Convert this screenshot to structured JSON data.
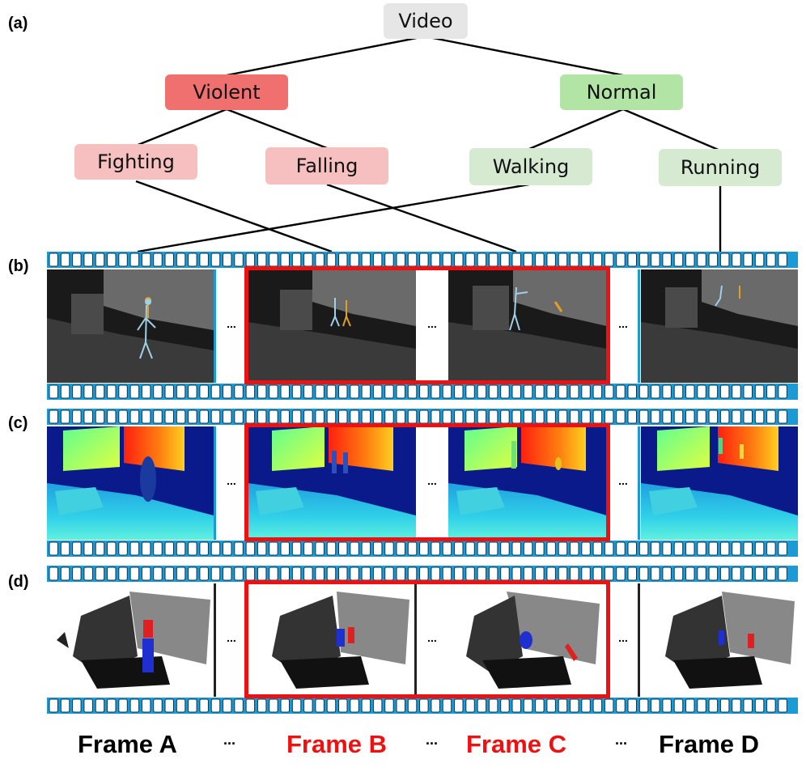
{
  "panels": {
    "a": "(a)",
    "b": "(b)",
    "c": "(c)",
    "d": "(d)"
  },
  "tree": {
    "root": "Video",
    "violent": "Violent",
    "normal": "Normal",
    "fighting": "Fighting",
    "falling": "Falling",
    "walking": "Walking",
    "running": "Running"
  },
  "colors": {
    "root": "#e6e6e6",
    "violent": "#f07070",
    "violent_child": "#f7c0c0",
    "normal": "#b2e4a6",
    "normal_child": "#d6ead2",
    "highlight": "#ee1111",
    "sprocket": "#1a9bd6"
  },
  "ellipsis": "...",
  "frames": {
    "a": "Frame A",
    "b": "Frame B",
    "c": "Frame C",
    "d": "Frame D",
    "a_color": "#000000",
    "b_color": "#ee1111",
    "c_color": "#ee1111",
    "d_color": "#000000"
  }
}
